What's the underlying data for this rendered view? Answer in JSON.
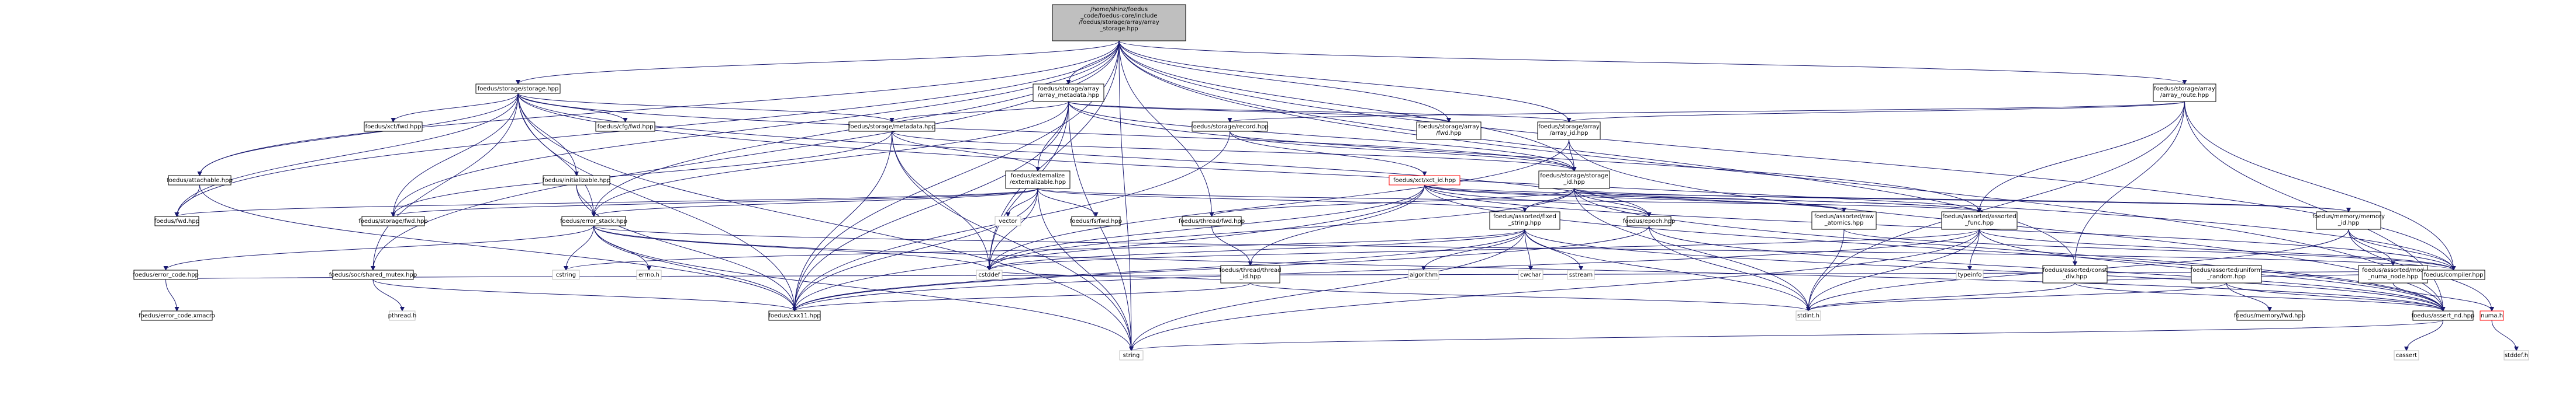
{
  "nodes": [
    {
      "id": "root",
      "lines": [
        "/home/shinz/foedus",
        "_code/foedus-core/include",
        "/foedus/storage/array/array",
        "_storage.hpp"
      ],
      "kind": "root"
    },
    {
      "id": "storage_hpp",
      "lines": [
        "foedus/storage/storage.hpp"
      ]
    },
    {
      "id": "array_metadata",
      "lines": [
        "foedus/storage/array",
        "/array_metadata.hpp"
      ]
    },
    {
      "id": "array_route",
      "lines": [
        "foedus/storage/array",
        "/array_route.hpp"
      ]
    },
    {
      "id": "xct_fwd",
      "lines": [
        "foedus/xct/fwd.hpp"
      ]
    },
    {
      "id": "cfg_fwd",
      "lines": [
        "foedus/cfg/fwd.hpp"
      ]
    },
    {
      "id": "storage_metadata",
      "lines": [
        "foedus/storage/metadata.hpp"
      ]
    },
    {
      "id": "record",
      "lines": [
        "foedus/storage/record.hpp"
      ]
    },
    {
      "id": "array_fwd",
      "lines": [
        "foedus/storage/array",
        "/fwd.hpp"
      ]
    },
    {
      "id": "array_id",
      "lines": [
        "foedus/storage/array",
        "/array_id.hpp"
      ]
    },
    {
      "id": "attachable",
      "lines": [
        "foedus/attachable.hpp"
      ]
    },
    {
      "id": "initializable",
      "lines": [
        "foedus/initializable.hpp"
      ]
    },
    {
      "id": "externalize",
      "lines": [
        "foedus/externalize",
        "/externalizable.hpp"
      ]
    },
    {
      "id": "xct_id",
      "lines": [
        "foedus/xct/xct_id.hpp"
      ],
      "kind": "missing"
    },
    {
      "id": "storage_id",
      "lines": [
        "foedus/storage/storage",
        "_id.hpp"
      ]
    },
    {
      "id": "foedus_fwd",
      "lines": [
        "foedus/fwd.hpp"
      ]
    },
    {
      "id": "storage_fwd",
      "lines": [
        "foedus/storage/fwd.hpp"
      ]
    },
    {
      "id": "error_stack",
      "lines": [
        "foedus/error_stack.hpp"
      ]
    },
    {
      "id": "vector",
      "lines": [
        "vector"
      ],
      "kind": "plain"
    },
    {
      "id": "fs_fwd",
      "lines": [
        "foedus/fs/fwd.hpp"
      ]
    },
    {
      "id": "thread_fwd",
      "lines": [
        "foedus/thread/fwd.hpp"
      ]
    },
    {
      "id": "fixed_string",
      "lines": [
        "foedus/assorted/fixed",
        "_string.hpp"
      ]
    },
    {
      "id": "epoch",
      "lines": [
        "foedus/epoch.hpp"
      ]
    },
    {
      "id": "raw_atomics",
      "lines": [
        "foedus/assorted/raw",
        "_atomics.hpp"
      ]
    },
    {
      "id": "assorted_func",
      "lines": [
        "foedus/assorted/assorted",
        "_func.hpp"
      ]
    },
    {
      "id": "memory_id",
      "lines": [
        "foedus/memory/memory",
        "_id.hpp"
      ]
    },
    {
      "id": "error_code",
      "lines": [
        "foedus/error_code.hpp"
      ]
    },
    {
      "id": "shared_mutex",
      "lines": [
        "foedus/soc/shared_mutex.hpp"
      ]
    },
    {
      "id": "cstring",
      "lines": [
        "cstring"
      ],
      "kind": "plain"
    },
    {
      "id": "errno",
      "lines": [
        "errno.h"
      ],
      "kind": "plain"
    },
    {
      "id": "cstddef",
      "lines": [
        "cstddef"
      ],
      "kind": "plain"
    },
    {
      "id": "thread_id",
      "lines": [
        "foedus/thread/thread",
        "_id.hpp"
      ]
    },
    {
      "id": "algorithm",
      "lines": [
        "algorithm"
      ],
      "kind": "plain"
    },
    {
      "id": "cwchar",
      "lines": [
        "cwchar"
      ],
      "kind": "plain"
    },
    {
      "id": "sstream",
      "lines": [
        "sstream"
      ],
      "kind": "plain"
    },
    {
      "id": "typeinfo",
      "lines": [
        "typeinfo"
      ],
      "kind": "plain"
    },
    {
      "id": "const_div",
      "lines": [
        "foedus/assorted/const",
        "_div.hpp"
      ]
    },
    {
      "id": "uniform_random",
      "lines": [
        "foedus/assorted/uniform",
        "_random.hpp"
      ]
    },
    {
      "id": "mod_numa",
      "lines": [
        "foedus/assorted/mod",
        "_numa_node.hpp"
      ]
    },
    {
      "id": "compiler",
      "lines": [
        "foedus/compiler.hpp"
      ]
    },
    {
      "id": "error_code_xmacro",
      "lines": [
        "foedus/error_code.xmacro"
      ]
    },
    {
      "id": "pthread",
      "lines": [
        "pthread.h"
      ],
      "kind": "plain"
    },
    {
      "id": "cxx11",
      "lines": [
        "foedus/cxx11.hpp"
      ]
    },
    {
      "id": "stdint",
      "lines": [
        "stdint.h"
      ],
      "kind": "plain"
    },
    {
      "id": "memory_fwd",
      "lines": [
        "foedus/memory/fwd.hpp"
      ]
    },
    {
      "id": "assert_nd",
      "lines": [
        "foedus/assert_nd.hpp"
      ]
    },
    {
      "id": "numa",
      "lines": [
        "numa.h"
      ],
      "kind": "missing"
    },
    {
      "id": "string",
      "lines": [
        "string"
      ],
      "kind": "plain"
    },
    {
      "id": "cassert",
      "lines": [
        "cassert"
      ],
      "kind": "plain"
    },
    {
      "id": "stddef",
      "lines": [
        "stddef.h"
      ],
      "kind": "plain"
    }
  ],
  "edges": [
    [
      "root",
      "storage_hpp"
    ],
    [
      "root",
      "array_metadata"
    ],
    [
      "root",
      "array_route"
    ],
    [
      "root",
      "array_fwd"
    ],
    [
      "root",
      "array_id"
    ],
    [
      "root",
      "storage_id"
    ],
    [
      "root",
      "attachable"
    ],
    [
      "root",
      "foedus_fwd"
    ],
    [
      "root",
      "storage_fwd"
    ],
    [
      "root",
      "cstddef"
    ],
    [
      "root",
      "thread_fwd"
    ],
    [
      "root",
      "const_div"
    ],
    [
      "root",
      "assert_nd"
    ],
    [
      "root",
      "cxx11"
    ],
    [
      "root",
      "shared_mutex"
    ],
    [
      "root",
      "string"
    ],
    [
      "root",
      "error_stack"
    ],
    [
      "root",
      "compiler"
    ],
    [
      "storage_hpp",
      "xct_fwd"
    ],
    [
      "storage_hpp",
      "cfg_fwd"
    ],
    [
      "storage_hpp",
      "storage_metadata"
    ],
    [
      "storage_hpp",
      "attachable"
    ],
    [
      "storage_hpp",
      "initializable"
    ],
    [
      "storage_hpp",
      "storage_fwd"
    ],
    [
      "storage_hpp",
      "foedus_fwd"
    ],
    [
      "storage_hpp",
      "error_stack"
    ],
    [
      "storage_hpp",
      "storage_id"
    ],
    [
      "storage_hpp",
      "cxx11"
    ],
    [
      "storage_hpp",
      "string"
    ],
    [
      "storage_hpp",
      "compiler"
    ],
    [
      "storage_hpp",
      "shared_mutex"
    ],
    [
      "storage_hpp",
      "epoch"
    ],
    [
      "array_metadata",
      "storage_metadata"
    ],
    [
      "array_metadata",
      "externalize"
    ],
    [
      "array_metadata",
      "array_id"
    ],
    [
      "array_metadata",
      "array_fwd"
    ],
    [
      "array_metadata",
      "storage_id"
    ],
    [
      "array_metadata",
      "error_stack"
    ],
    [
      "array_metadata",
      "cxx11"
    ],
    [
      "array_metadata",
      "string"
    ],
    [
      "array_metadata",
      "cstddef"
    ],
    [
      "array_metadata",
      "assorted_func"
    ],
    [
      "array_route",
      "record"
    ],
    [
      "array_route",
      "array_id"
    ],
    [
      "array_route",
      "assorted_func"
    ],
    [
      "array_route",
      "const_div"
    ],
    [
      "array_route",
      "compiler"
    ],
    [
      "array_route",
      "assert_nd"
    ],
    [
      "array_route",
      "stdint"
    ],
    [
      "storage_metadata",
      "externalize"
    ],
    [
      "storage_metadata",
      "storage_id"
    ],
    [
      "storage_metadata",
      "storage_fwd"
    ],
    [
      "storage_metadata",
      "cxx11"
    ],
    [
      "storage_metadata",
      "string"
    ],
    [
      "storage_metadata",
      "cstddef"
    ],
    [
      "record",
      "storage_id"
    ],
    [
      "record",
      "xct_id"
    ],
    [
      "record",
      "cxx11"
    ],
    [
      "array_id",
      "storage_id"
    ],
    [
      "array_id",
      "cstddef"
    ],
    [
      "array_id",
      "assert_nd"
    ],
    [
      "attachable",
      "foedus_fwd"
    ],
    [
      "attachable",
      "cxx11"
    ],
    [
      "initializable",
      "error_stack"
    ],
    [
      "initializable",
      "cxx11"
    ],
    [
      "externalize",
      "error_stack"
    ],
    [
      "externalize",
      "cxx11"
    ],
    [
      "externalize",
      "vector"
    ],
    [
      "externalize",
      "fs_fwd"
    ],
    [
      "externalize",
      "fixed_string"
    ],
    [
      "externalize",
      "assorted_func"
    ],
    [
      "externalize",
      "string"
    ],
    [
      "externalize",
      "cstddef"
    ],
    [
      "externalize",
      "foedus_fwd"
    ],
    [
      "externalize",
      "storage_fwd"
    ],
    [
      "xct_id",
      "epoch"
    ],
    [
      "xct_id",
      "raw_atomics"
    ],
    [
      "xct_id",
      "assorted_func"
    ],
    [
      "xct_id",
      "thread_id"
    ],
    [
      "xct_id",
      "assert_nd"
    ],
    [
      "xct_id",
      "compiler"
    ],
    [
      "xct_id",
      "cxx11"
    ],
    [
      "xct_id",
      "cstddef"
    ],
    [
      "xct_id",
      "memory_id"
    ],
    [
      "storage_id",
      "fixed_string"
    ],
    [
      "storage_id",
      "raw_atomics"
    ],
    [
      "storage_id",
      "assorted_func"
    ],
    [
      "storage_id",
      "memory_id"
    ],
    [
      "storage_id",
      "epoch"
    ],
    [
      "storage_id",
      "thread_fwd"
    ],
    [
      "storage_id",
      "stdint"
    ],
    [
      "storage_id",
      "cstddef"
    ],
    [
      "storage_id",
      "assert_nd"
    ],
    [
      "error_stack",
      "error_code"
    ],
    [
      "error_stack",
      "cstring"
    ],
    [
      "error_stack",
      "errno"
    ],
    [
      "error_stack",
      "cstddef"
    ],
    [
      "error_stack",
      "cxx11"
    ],
    [
      "error_stack",
      "compiler"
    ],
    [
      "error_stack",
      "assert_nd"
    ],
    [
      "error_stack",
      "string"
    ],
    [
      "fixed_string",
      "algorithm"
    ],
    [
      "fixed_string",
      "cwchar"
    ],
    [
      "fixed_string",
      "sstream"
    ],
    [
      "fixed_string",
      "string"
    ],
    [
      "fixed_string",
      "stdint"
    ],
    [
      "fixed_string",
      "cstring"
    ],
    [
      "fixed_string",
      "cxx11"
    ],
    [
      "fixed_string",
      "cstddef"
    ],
    [
      "fixed_string",
      "assert_nd"
    ],
    [
      "epoch",
      "assert_nd"
    ],
    [
      "epoch",
      "cxx11"
    ],
    [
      "epoch",
      "stdint"
    ],
    [
      "raw_atomics",
      "stdint"
    ],
    [
      "raw_atomics",
      "compiler"
    ],
    [
      "assorted_func",
      "typeinfo"
    ],
    [
      "assorted_func",
      "string"
    ],
    [
      "assorted_func",
      "stdint"
    ],
    [
      "assorted_func",
      "compiler"
    ],
    [
      "assorted_func",
      "assert_nd"
    ],
    [
      "assorted_func",
      "cxx11"
    ],
    [
      "assorted_func",
      "cstddef"
    ],
    [
      "memory_id",
      "mod_numa"
    ],
    [
      "memory_id",
      "stdint"
    ],
    [
      "memory_id",
      "numa"
    ],
    [
      "memory_id",
      "compiler"
    ],
    [
      "error_code",
      "error_code_xmacro"
    ],
    [
      "error_code",
      "compiler"
    ],
    [
      "shared_mutex",
      "pthread"
    ],
    [
      "shared_mutex",
      "cxx11"
    ],
    [
      "thread_fwd",
      "thread_id"
    ],
    [
      "thread_id",
      "stdint"
    ],
    [
      "thread_id",
      "cxx11"
    ],
    [
      "thread_id",
      "cstddef"
    ],
    [
      "const_div",
      "stdint"
    ],
    [
      "const_div",
      "assert_nd"
    ],
    [
      "const_div",
      "compiler"
    ],
    [
      "uniform_random",
      "memory_fwd"
    ],
    [
      "uniform_random",
      "assert_nd"
    ],
    [
      "uniform_random",
      "stdint"
    ],
    [
      "mod_numa",
      "numa"
    ],
    [
      "mod_numa",
      "compiler"
    ],
    [
      "assert_nd",
      "cassert"
    ],
    [
      "assert_nd",
      "string"
    ],
    [
      "numa",
      "stddef"
    ]
  ]
}
